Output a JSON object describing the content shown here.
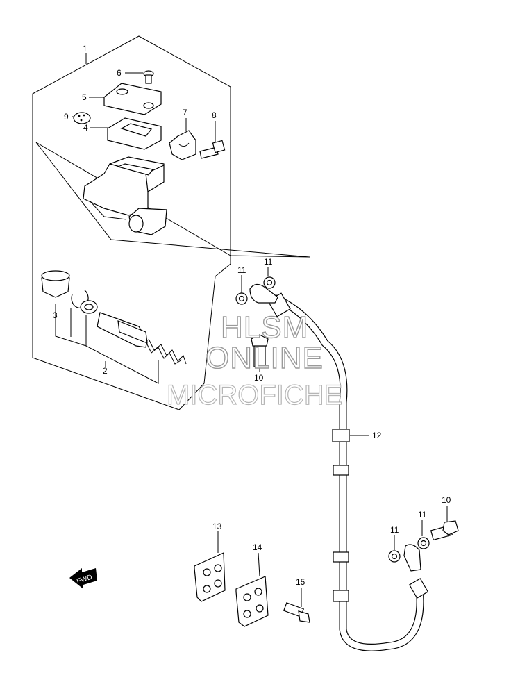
{
  "diagram": {
    "callouts": [
      "1",
      "2",
      "3",
      "4",
      "5",
      "6",
      "7",
      "8",
      "9",
      "10",
      "10",
      "11",
      "11",
      "11",
      "11",
      "12",
      "13",
      "14",
      "15"
    ],
    "fwd_badge": "FWD",
    "watermark": {
      "line1": "HLSM",
      "line2": "ONLINE",
      "line3": "MICROFICHE"
    }
  }
}
